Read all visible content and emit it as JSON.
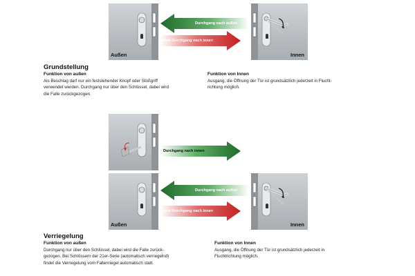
{
  "diagram1": {
    "label_outside": "Außen",
    "label_inside": "Innen",
    "arrow_green": "Durchgang nach außen",
    "arrow_red": "kein Durchgang nach innen"
  },
  "section1": {
    "title": "Grundstellung",
    "outside_heading": "Funktion von außen",
    "outside_lines": [
      "Als Beschlag darf nur ein feststehender Knopf oder Stoßgriff",
      "verwendet werden. Durchgang nur über den Schlüssel, dabei wird",
      "die Falle zurückgezogen."
    ],
    "inside_heading": "Funktion von Innen",
    "inside_lines": [
      "Ausgang, die Öffnung der Tür ist grundsätzlich jederzeit in Flucht-",
      "richtung möglich."
    ]
  },
  "diagram2": {
    "arrow_green": "Durchgang nach innen"
  },
  "diagram3": {
    "label_outside": "Außen",
    "label_inside": "Innen",
    "arrow_green": "Durchgang nach außen",
    "arrow_red": "kein Durchgang nach innen"
  },
  "section2": {
    "title": "Verriegelung",
    "outside_heading": "Funktion von außen",
    "outside_lines": [
      "Durchgang nur über den Schlüssel, dabei wird die Falle zurück-",
      "gezogen. Bei Schlössern der 21er-Serie (automatisch verriegelnd)",
      "findet die Verriegelung vom Fallenriegel automatisch statt."
    ],
    "inside_heading": "Funktion von Innen",
    "inside_lines": [
      "Ausgang, die Öffnung der Tür ist grundsätzlich jederzeit in",
      "Fluchtrichtung möglich."
    ]
  },
  "colors": {
    "green": "#2e7d3a",
    "red": "#cc2b2b",
    "panel": "#bfc3c6"
  }
}
